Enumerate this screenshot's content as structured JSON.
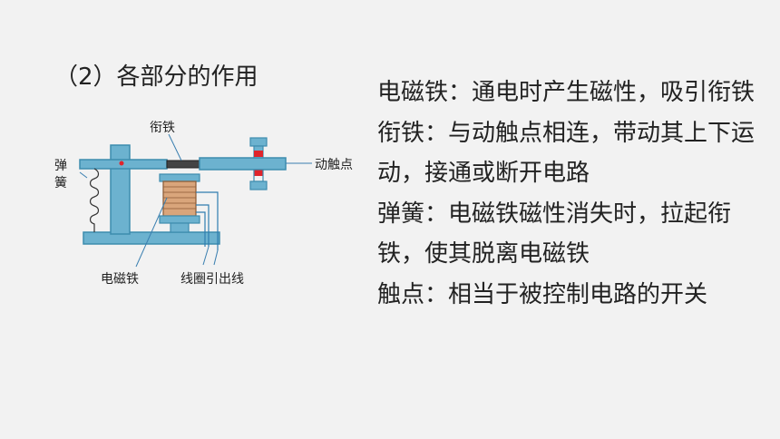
{
  "heading": "（2）各部分的作用",
  "diagram": {
    "labels": {
      "armature": "衔铁",
      "moving_contact": "动触点",
      "spring_line1": "弹",
      "spring_line2": "簧",
      "electromagnet": "电磁铁",
      "coil_leads": "线圈引出线"
    },
    "colors": {
      "frame": "#6cb2cf",
      "frame_stroke": "#3d8cae",
      "coil": "#d9a57b",
      "contact": "#e0242b",
      "leader": "#3a7fb0"
    }
  },
  "descriptions": [
    "电磁铁：通电时产生磁性，吸引衔铁",
    "衔铁：与动触点相连，带动其上下运动，接通或断开电路",
    "弹簧：电磁铁磁性消失时，拉起衔铁，使其脱离电磁铁",
    "触点：相当于被控制电路的开关"
  ]
}
